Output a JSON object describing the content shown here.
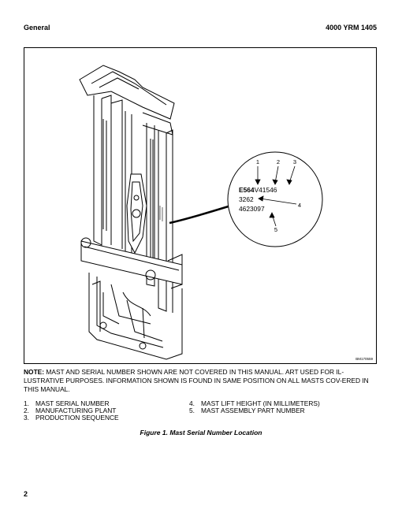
{
  "header": {
    "section": "General",
    "doc_number": "4000 YRM 1405"
  },
  "figure": {
    "art_id": "BM170559",
    "callout": {
      "marker_1": "1",
      "marker_2": "2",
      "marker_3": "3",
      "marker_4": "4",
      "marker_5": "5",
      "serial_bold": "E564",
      "serial_rest": "V41546",
      "lift_height": "3262",
      "part_number": "4623097"
    }
  },
  "note": {
    "label": "NOTE:",
    "text": "MAST AND SERIAL NUMBER SHOWN ARE NOT COVERED IN THIS MANUAL. ART USED FOR IL-LUSTRATIVE PURPOSES. INFORMATION SHOWN IS FOUND IN SAME POSITION ON ALL MASTS COV-ERED IN THIS MANUAL."
  },
  "legend": {
    "items": [
      {
        "num": "1.",
        "text": "MAST SERIAL NUMBER"
      },
      {
        "num": "2.",
        "text": "MANUFACTURING PLANT"
      },
      {
        "num": "3.",
        "text": "PRODUCTION SEQUENCE"
      },
      {
        "num": "4.",
        "text": "MAST LIFT HEIGHT (IN MILLIMETERS)"
      },
      {
        "num": "5.",
        "text": "MAST ASSEMBLY PART NUMBER"
      }
    ]
  },
  "caption": "Figure 1. Mast Serial Number Location",
  "page_number": "2"
}
